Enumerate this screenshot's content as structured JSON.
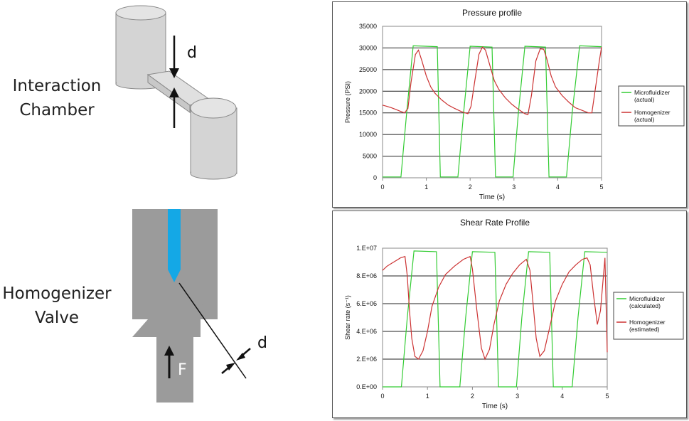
{
  "left": {
    "interaction_label_line1": "Interaction",
    "interaction_label_line2": "Chamber",
    "chamber_symbol": "d",
    "homogenizer_label_line1": "Homogenizer",
    "homogenizer_label_line2": "Valve",
    "valve_force_symbol": "F",
    "valve_gap_symbol": "d",
    "colors": {
      "gray": "#9b9b9b",
      "cylinder": "#d4d4d4",
      "blue": "#14a8e6"
    }
  },
  "chart_data": [
    {
      "type": "line",
      "title": "Pressure profile",
      "xlabel": "Time (s)",
      "ylabel": "Pressure (PSI)",
      "xlim": [
        0,
        5
      ],
      "ylim": [
        0,
        35000
      ],
      "x_ticks": [
        "0",
        "1",
        "2",
        "3",
        "4",
        "5"
      ],
      "y_ticks": [
        "0",
        "5000",
        "10000",
        "15000",
        "20000",
        "25000",
        "30000",
        "35000"
      ],
      "grid": "horizontal",
      "legend_position": "right",
      "legend": [
        "Microfluidizer (actual)",
        "Homogenizer (actual)"
      ],
      "series": [
        {
          "name": "Microfluidizer (actual)",
          "color": "#33cc33",
          "x": [
            0,
            0.42,
            0.55,
            0.7,
            1.25,
            1.32,
            1.72,
            1.85,
            2.0,
            2.5,
            2.58,
            2.98,
            3.1,
            3.25,
            3.72,
            3.8,
            4.2,
            4.33,
            4.5,
            5.0
          ],
          "y": [
            200,
            200,
            15000,
            30500,
            30300,
            200,
            200,
            15000,
            30400,
            30200,
            200,
            200,
            15000,
            30400,
            30200,
            200,
            200,
            15000,
            30500,
            30300
          ]
        },
        {
          "name": "Homogenizer (actual)",
          "color": "#cc3333",
          "x": [
            0,
            0.1,
            0.2,
            0.3,
            0.4,
            0.5,
            0.58,
            0.65,
            0.75,
            0.82,
            0.9,
            1.0,
            1.1,
            1.2,
            1.35,
            1.5,
            1.65,
            1.8,
            1.95,
            2.02,
            2.1,
            2.2,
            2.28,
            2.35,
            2.45,
            2.55,
            2.65,
            2.8,
            2.95,
            3.1,
            3.25,
            3.32,
            3.4,
            3.5,
            3.6,
            3.68,
            3.75,
            3.85,
            3.95,
            4.1,
            4.25,
            4.4,
            4.55,
            4.7,
            4.78,
            4.85,
            4.95,
            5.0
          ],
          "y": [
            16800,
            16500,
            16200,
            15800,
            15400,
            15000,
            16000,
            22000,
            28500,
            29500,
            27000,
            23500,
            21000,
            19500,
            18000,
            16800,
            16000,
            15300,
            14800,
            16500,
            22000,
            28500,
            30200,
            29500,
            26000,
            22500,
            20500,
            18500,
            17000,
            15800,
            14800,
            14600,
            19000,
            27000,
            29800,
            29700,
            27500,
            23500,
            21000,
            19000,
            17500,
            16200,
            15600,
            15000,
            15000,
            20000,
            27000,
            30200
          ]
        }
      ]
    },
    {
      "type": "line",
      "title": "Shear Rate Profile",
      "xlabel": "Time (s)",
      "ylabel": "Shear rate (s⁻¹)",
      "xlim": [
        0,
        5
      ],
      "ylim": [
        0,
        10000000
      ],
      "x_ticks": [
        "0",
        "1",
        "2",
        "3",
        "4",
        "5"
      ],
      "y_ticks": [
        "0.E+00",
        "2.E+06",
        "4.E+06",
        "6.E+06",
        "8.E+06",
        "1.E+07"
      ],
      "grid": "horizontal",
      "legend_position": "right",
      "legend": [
        "Microfluidizer (calculated)",
        "Homogenizer (estimated)"
      ],
      "series": [
        {
          "name": "Microfluidizer (calculated)",
          "color": "#33cc33",
          "x": [
            0,
            0.42,
            0.55,
            0.7,
            1.2,
            1.28,
            1.72,
            1.85,
            2.0,
            2.5,
            2.58,
            2.98,
            3.1,
            3.25,
            3.72,
            3.8,
            4.22,
            4.35,
            4.5,
            5.0
          ],
          "y": [
            0,
            0,
            5000000,
            9800000,
            9750000,
            0,
            0,
            5000000,
            9750000,
            9700000,
            0,
            0,
            5000000,
            9750000,
            9700000,
            0,
            0,
            5000000,
            9750000,
            9700000
          ]
        },
        {
          "name": "Homogenizer (estimated)",
          "color": "#cc3333",
          "x": [
            0,
            0.1,
            0.2,
            0.3,
            0.4,
            0.5,
            0.55,
            0.6,
            0.65,
            0.72,
            0.8,
            0.9,
            1.0,
            1.1,
            1.25,
            1.4,
            1.6,
            1.8,
            1.95,
            2.0,
            2.1,
            2.2,
            2.28,
            2.38,
            2.48,
            2.6,
            2.75,
            2.9,
            3.05,
            3.2,
            3.28,
            3.35,
            3.42,
            3.5,
            3.6,
            3.72,
            3.85,
            4.0,
            4.15,
            4.3,
            4.45,
            4.55,
            4.62,
            4.7,
            4.78,
            4.85,
            4.95,
            5.0
          ],
          "y": [
            8400000,
            8700000,
            8900000,
            9100000,
            9300000,
            9400000,
            8000000,
            5500000,
            3500000,
            2200000,
            2000000,
            2600000,
            4000000,
            5800000,
            7200000,
            8100000,
            8700000,
            9200000,
            9400000,
            8500000,
            5500000,
            2800000,
            2000000,
            2700000,
            4500000,
            6200000,
            7400000,
            8200000,
            8800000,
            9200000,
            8400000,
            6000000,
            3500000,
            2200000,
            2600000,
            4300000,
            6200000,
            7400000,
            8300000,
            8800000,
            9200000,
            9300000,
            8800000,
            6500000,
            4500000,
            5500000,
            9300000,
            2500000
          ]
        }
      ]
    }
  ]
}
